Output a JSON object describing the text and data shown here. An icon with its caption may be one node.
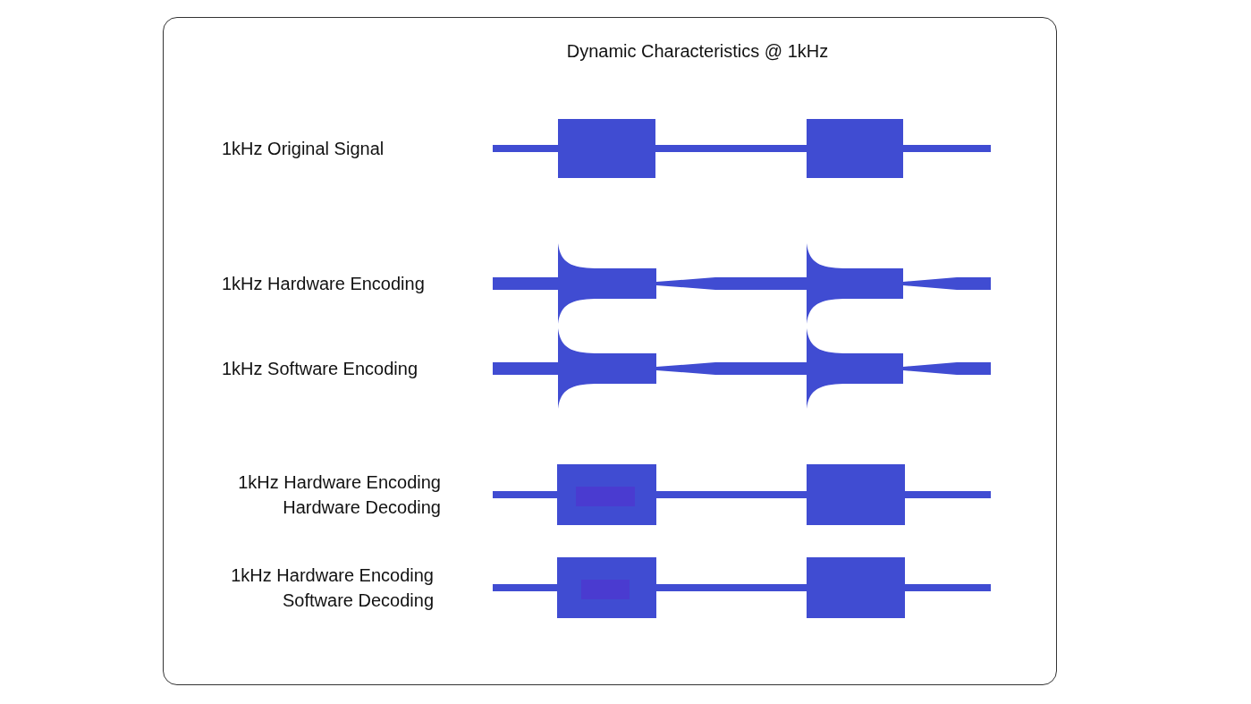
{
  "diagram": {
    "title": "Dynamic Characteristics @ 1kHz",
    "labels": [
      "1kHz Original Signal",
      "1kHz Hardware Encoding",
      "1kHz Software Encoding",
      "1kHz Hardware Encoding Hardware Decoding",
      "1kHz Hardware Encoding Software Decoding"
    ]
  }
}
